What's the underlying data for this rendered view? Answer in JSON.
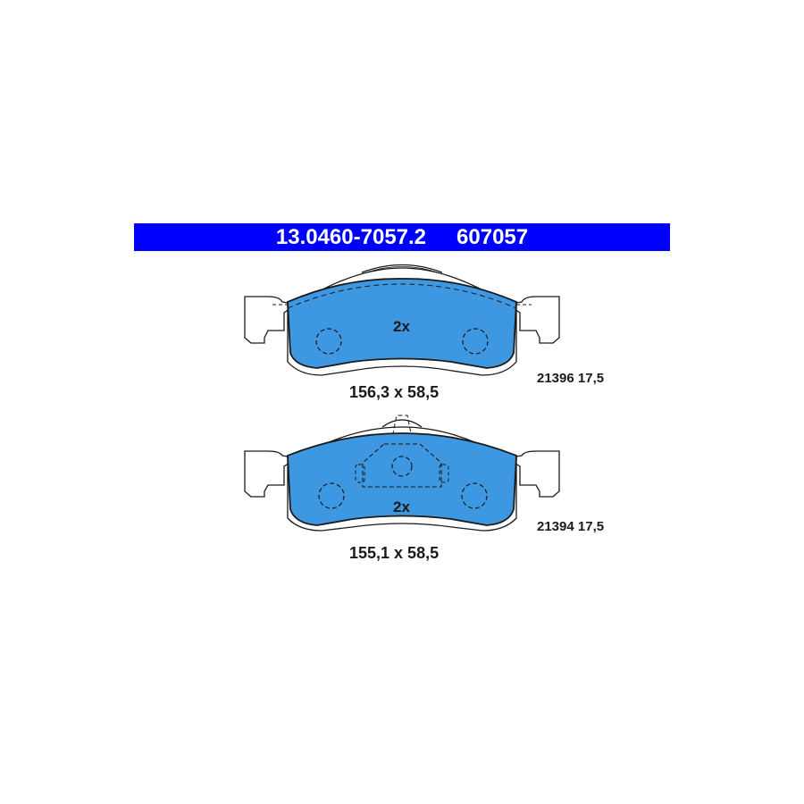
{
  "header": {
    "part_number": "13.0460-7057.2",
    "alt_number": "607057"
  },
  "pads": [
    {
      "quantity": "2x",
      "dimensions": "156,3 x 58,5",
      "reference": "21396 17,5"
    },
    {
      "quantity": "2x",
      "dimensions": "155,1 x 58,5",
      "reference": "21394 17,5"
    }
  ],
  "colors": {
    "header_background": "#0000ff",
    "header_text": "#ffffff",
    "pad_fill": "#3d97e1",
    "outline": "#1a1a1a"
  }
}
